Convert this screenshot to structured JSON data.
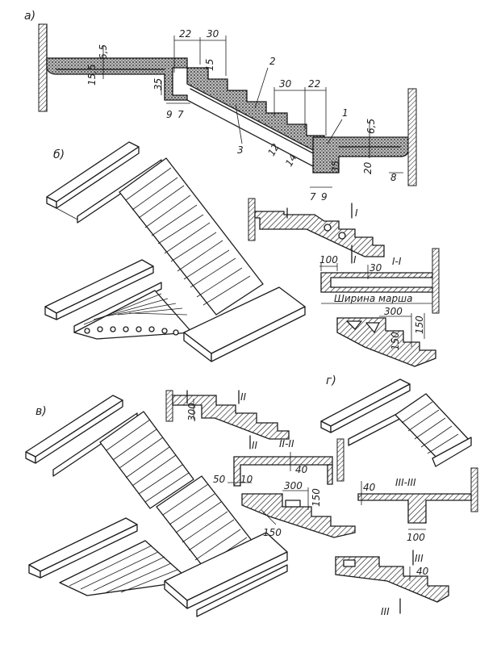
{
  "panel_labels": {
    "a": "а)",
    "b": "б)",
    "v": "в)",
    "g": "г)"
  },
  "callouts": {
    "n1": "1",
    "n2": "2",
    "n3": "3"
  },
  "dims_a": {
    "d22_top": "22",
    "d30_top": "30",
    "d65_left": "6,5",
    "d155": "15,5",
    "d35_left": "35",
    "d15": "15",
    "d9_left": "9",
    "d7_left": "7",
    "d30_mid": "30",
    "d22_mid": "22",
    "d65_right": "6,5",
    "d12": "12",
    "d14": "14",
    "d35_right": "35",
    "d20": "20",
    "d8": "8",
    "d7_bottom": "7",
    "d9_bottom": "9"
  },
  "dims_b": {
    "sec_I_top": "I",
    "sec_I_bot": "I",
    "section_title": "I-I",
    "d100": "100",
    "d30": "30",
    "width_label": "Ширина марша",
    "d300": "300",
    "d150": "150",
    "d150b": "150"
  },
  "dims_v": {
    "sec_II_top": "II",
    "sec_II_bot": "II",
    "d300_left": "300",
    "section_title": "II-II",
    "d40": "40",
    "d50": "50",
    "d10": "10",
    "d300": "300",
    "d150_right": "150",
    "d150_bottom": "150"
  },
  "dims_g": {
    "section_title": "III-III",
    "d40_left": "40",
    "d100": "100",
    "sec_III_top": "III",
    "sec_III_bot": "III",
    "d40_small": "40"
  }
}
